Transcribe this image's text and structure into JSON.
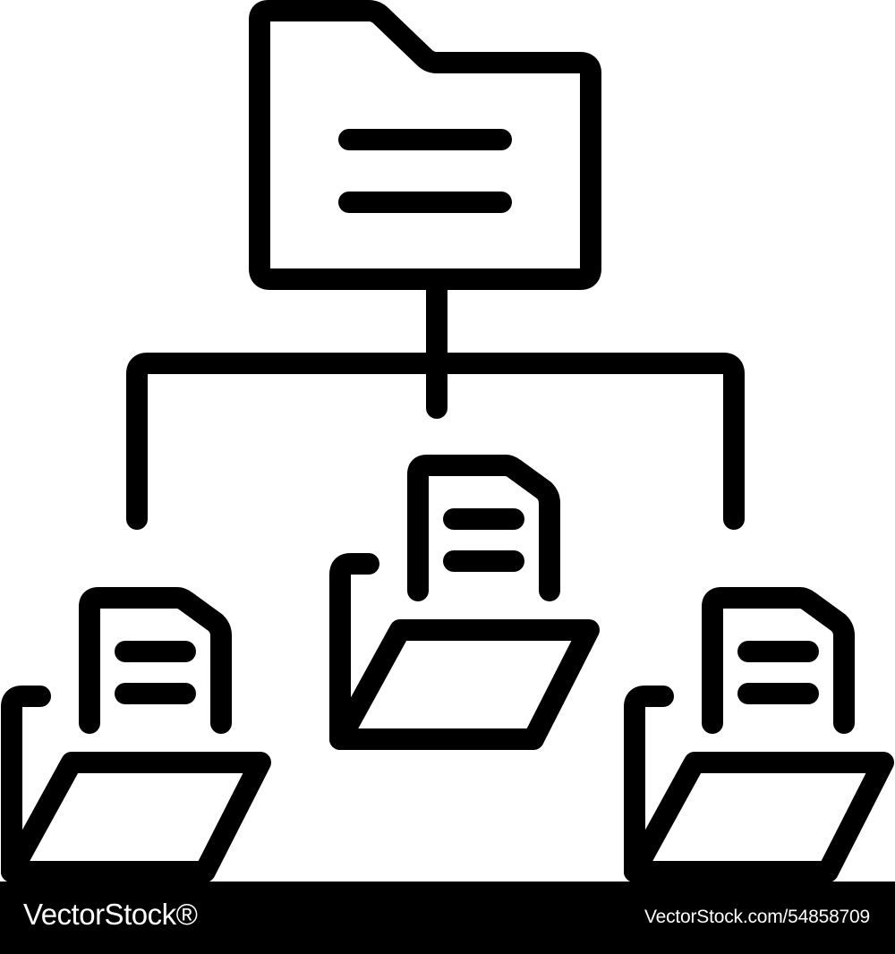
{
  "illustration": {
    "root_folder_icon": "folder-icon",
    "child_folder_icon": "open-folder-with-document-icon",
    "connector": "hierarchy-connector",
    "stroke_color": "#000000",
    "background_color": "#ffffff",
    "child_folder_count": 3
  },
  "footer": {
    "brand": "VectorStock®",
    "image_id": "VectorStock.com/54858709",
    "background_color": "#000000",
    "text_color": "#ffffff"
  }
}
